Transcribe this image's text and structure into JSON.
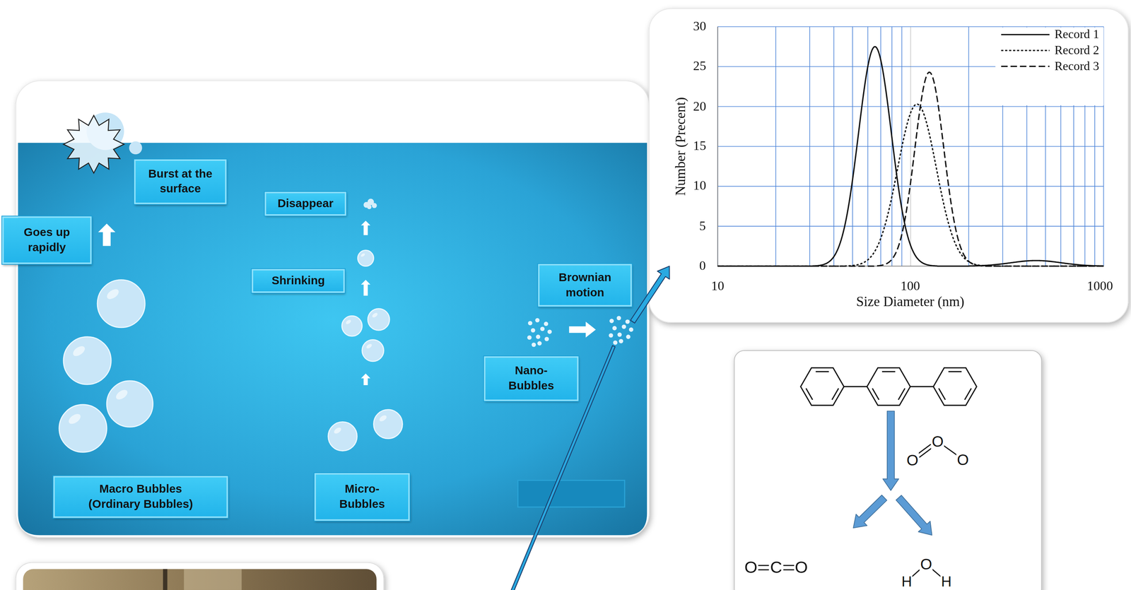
{
  "diagram": {
    "nodes": [
      {
        "text": [
          "Burst at the surface"
        ]
      },
      {
        "text": [
          "Goes up rapidly"
        ]
      },
      {
        "text": [
          "Disappear"
        ]
      },
      {
        "text": [
          "Shrinking"
        ]
      },
      {
        "text": [
          "Brownian motion"
        ]
      },
      {
        "text": [
          "Nano-Bubbles"
        ]
      },
      {
        "text": [
          "Macro Bubbles (Ordinary Bubbles)"
        ]
      },
      {
        "text": [
          "Micro-Bubbles"
        ]
      }
    ],
    "labels": [
      "Number (Precent)",
      "Size Diameter (nm)",
      "0",
      "5",
      "10",
      "15",
      "20",
      "25",
      "30",
      "10",
      "100",
      "1000",
      "O",
      "O",
      "O",
      "O",
      "C",
      "O",
      "H",
      "O",
      "H"
    ],
    "legend": [
      {
        "text": "Record 1"
      },
      {
        "text": "Record 2"
      },
      {
        "text": "Record 3"
      }
    ]
  }
}
